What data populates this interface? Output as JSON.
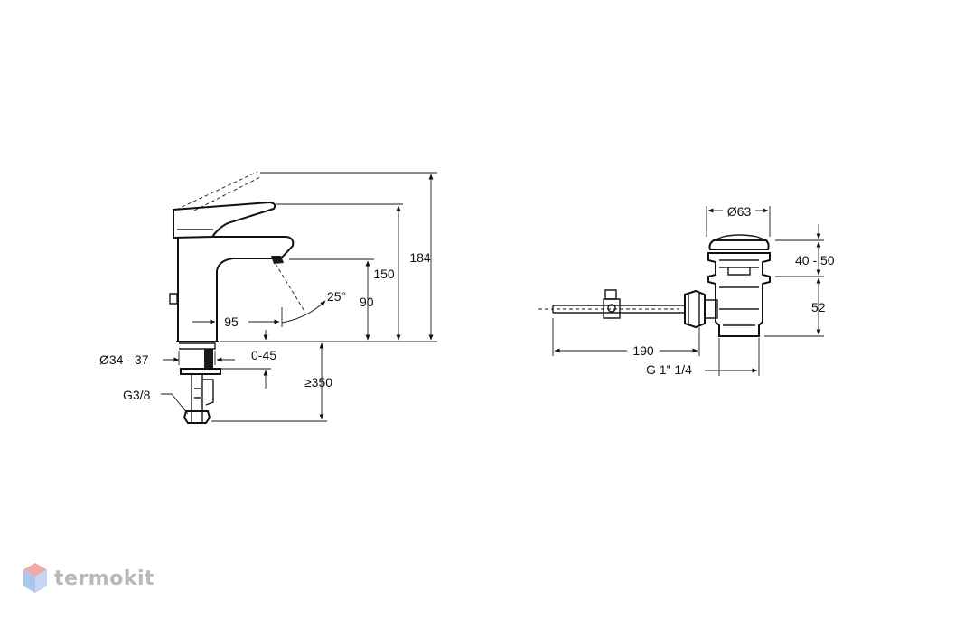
{
  "faucet": {
    "dims": {
      "height_total": "184",
      "height_lever": "150",
      "height_spout": "90",
      "reach": "95",
      "angle": "25°",
      "hole_diameter": "Ø34 - 37",
      "deck_thickness": "0-45",
      "hose_length": "≥350",
      "connection": "G3/8"
    }
  },
  "waste": {
    "dims": {
      "diameter": "Ø63",
      "height_range": "40 - 50",
      "height": "52",
      "rod_length": "190",
      "thread": "G 1\" 1/4"
    }
  },
  "watermark": {
    "text": "termokit",
    "colors": {
      "top": "#f2a9a9",
      "left": "#a9c6ef",
      "right": "#c6d6f2"
    }
  }
}
